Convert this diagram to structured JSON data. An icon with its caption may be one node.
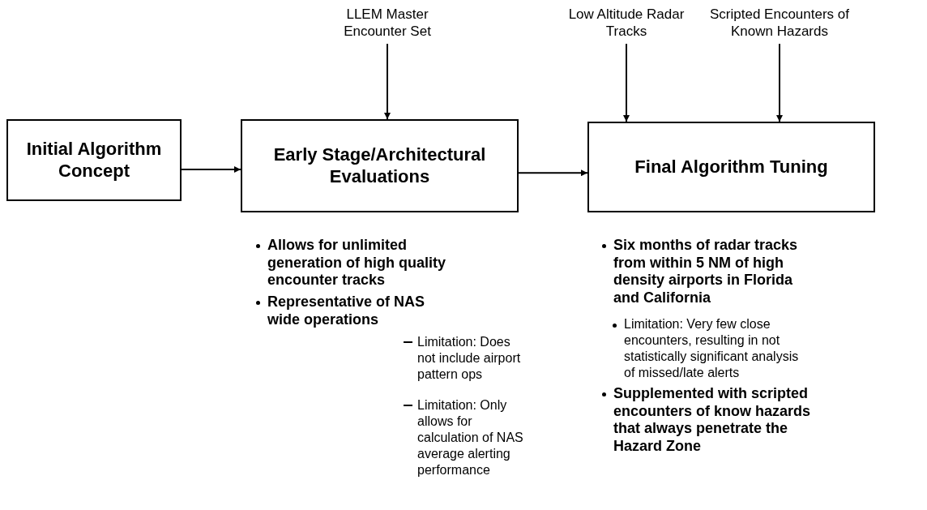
{
  "diagram": {
    "nodes": [
      {
        "text": [
          "Initial Algorithm Concept"
        ]
      },
      {
        "text": [
          "Early Stage/Architectural Evaluations"
        ]
      },
      {
        "text": [
          "Final Algorithm Tuning"
        ]
      },
      {
        "text": [
          "LLEM Master Encounter Set"
        ]
      },
      {
        "text": [
          "Low Altitude Radar Tracks"
        ]
      },
      {
        "text": [
          "Scripted Encounters of Known Hazards"
        ]
      }
    ],
    "edges": [
      {
        "from": 0,
        "to": 1,
        "arrow": "to"
      },
      {
        "from": 1,
        "to": 2,
        "arrow": "to"
      },
      {
        "from": 3,
        "to": 1,
        "arrow": "to"
      },
      {
        "from": 4,
        "to": 2,
        "arrow": "to"
      },
      {
        "from": 5,
        "to": 2,
        "arrow": "to"
      }
    ],
    "labels": [
      "Allows for unlimited generation of high quality encounter tracks",
      "Representative of NAS wide operations",
      "Limitation: Does not include airport pattern ops",
      "Limitation: Only allows for calculation of NAS average alerting performance",
      "Six months of radar tracks from within 5 NM of high density airports in Florida and California",
      "Limitation: Very few close encounters, resulting in not statistically significant analysis of missed/late alerts",
      "Supplemented with scripted encounters of know hazards that always penetrate the Hazard Zone"
    ]
  }
}
